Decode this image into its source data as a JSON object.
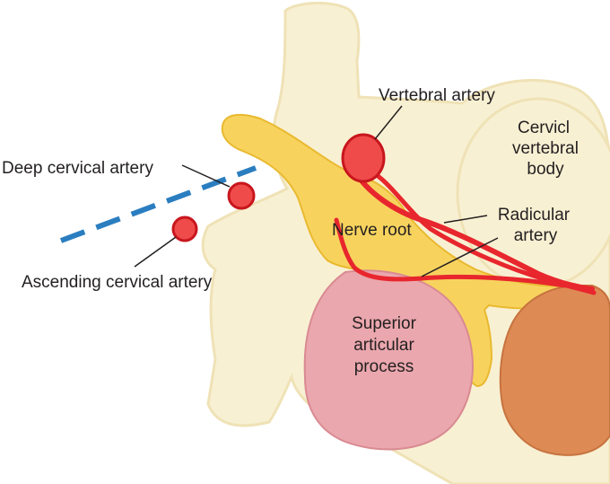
{
  "labels": {
    "vertebral_artery": "Vertebral artery",
    "vertebral_body_1": "Cervicl",
    "vertebral_body_2": "vertebral",
    "vertebral_body_3": "body",
    "deep_cervical_artery": "Deep cervical artery",
    "radicular_artery_1": "Radicular",
    "radicular_artery_2": "artery",
    "nerve_root": "Nerve root",
    "ascending_cervical_artery": "Ascending cervical artery",
    "superior_articular_1": "Superior",
    "superior_articular_2": "articular",
    "superior_articular_3": "process"
  },
  "colors": {
    "bone": "#f8f0d3",
    "bone_outline": "#efe2b6",
    "nerve": "#f7d35e",
    "nerve_outline": "#e9b92f",
    "artery": "#e8262d",
    "artery_fill": "#ef4b4b",
    "articular": "#eaa7ad",
    "spinal_cord": "#de8a55",
    "dashed_line": "#2a7ec0"
  }
}
